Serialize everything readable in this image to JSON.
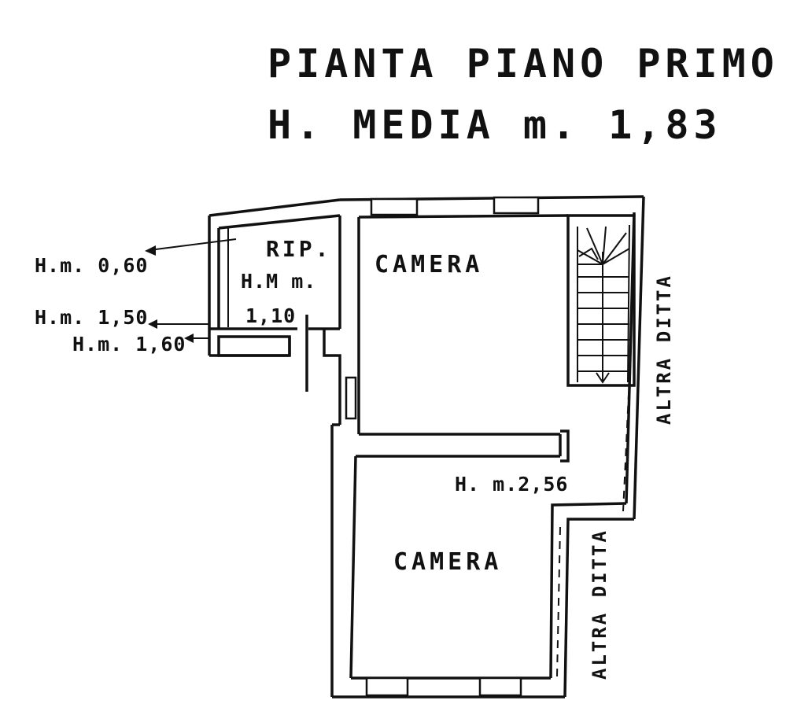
{
  "title": {
    "line1": "PIANTA PIANO PRIMO",
    "line2": "H. MEDIA m. 1,83"
  },
  "rooms": {
    "upper_camera": "CAMERA",
    "lower_camera": "CAMERA",
    "ripostiglio_name": "RIP.",
    "ripostiglio_height_label": "H.M m.",
    "ripostiglio_height_value": "1,10"
  },
  "heights": {
    "h060": "H.m. 0,60",
    "h150": "H.m. 1,50",
    "h160": "H.m. 1,60",
    "h256": "H. m.2,56"
  },
  "neighbours": {
    "upper": "ALTRA DITTA",
    "lower": "ALTRA DITTA"
  },
  "colors": {
    "ink": "#111111",
    "paper": "#ffffff"
  }
}
